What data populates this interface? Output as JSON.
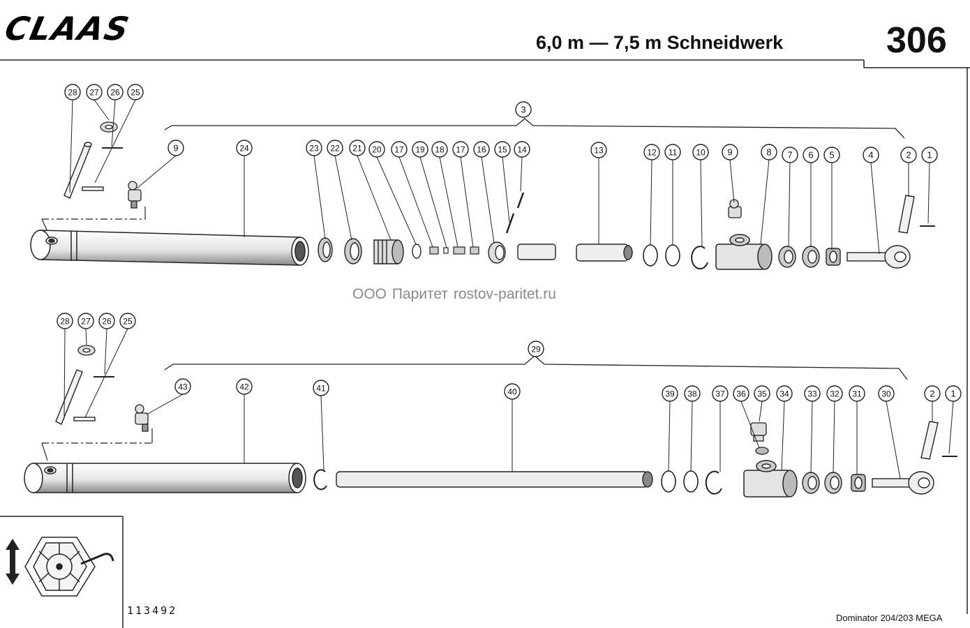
{
  "header": {
    "brand": "CLAAS",
    "title": "6,0 m — 7,5 m Schneidwerk",
    "page_number": "306"
  },
  "watermark": "ООО Паритет    rostov-paritet.ru",
  "figure_number": "113492",
  "model": "Dominator 204/203 MEGA",
  "icons": {
    "brand_logo": "claas-logo",
    "orientation_arrow": "vertical-double-arrow-icon",
    "reel_locator": "reel-wheel-icon"
  },
  "assembly_top": {
    "group_label": "3",
    "callouts": [
      "1",
      "2",
      "4",
      "5",
      "6",
      "7",
      "8",
      "9",
      "10",
      "11",
      "12",
      "13",
      "14",
      "15",
      "16",
      "17",
      "17",
      "18",
      "19",
      "20",
      "21",
      "22",
      "23",
      "24",
      "9",
      "25",
      "26",
      "27",
      "28"
    ]
  },
  "assembly_bottom": {
    "group_label": "29",
    "callouts": [
      "1",
      "2",
      "30",
      "31",
      "32",
      "33",
      "34",
      "35",
      "36",
      "37",
      "38",
      "39",
      "40",
      "41",
      "42",
      "43",
      "25",
      "26",
      "27",
      "28"
    ]
  }
}
